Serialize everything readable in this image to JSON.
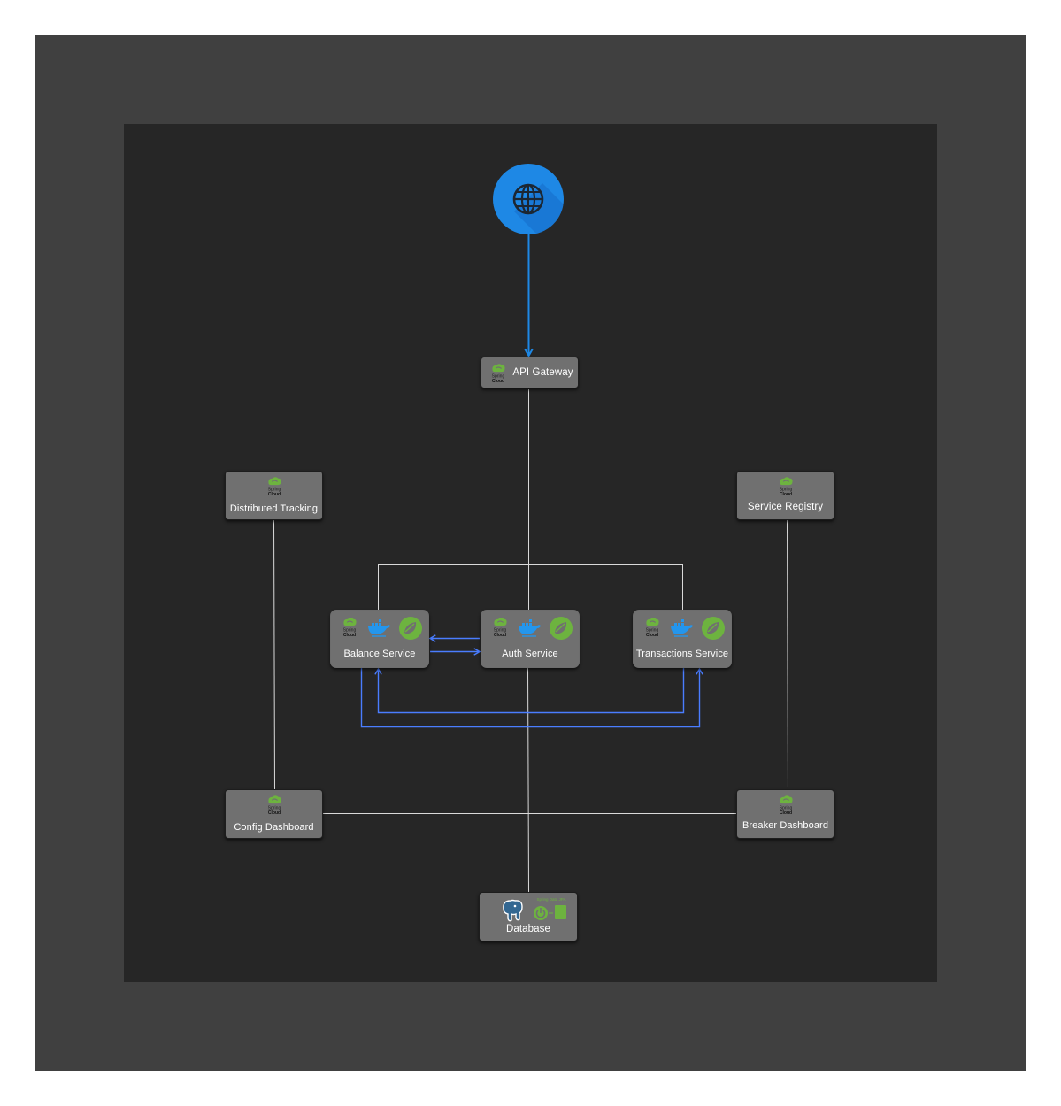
{
  "diagram": {
    "client": {
      "icon": "globe-icon"
    },
    "api_gateway": {
      "label": "API Gateway",
      "logo_text": "Spring Cloud"
    },
    "distributed_tracking": {
      "label": "Distributed Tracking",
      "logo_text": "Spring Cloud"
    },
    "service_registry": {
      "label": "Service Registry",
      "logo_text": "Spring Cloud"
    },
    "balance_service": {
      "label": "Balance Service",
      "logo_text": "Spring Cloud"
    },
    "auth_service": {
      "label": "Auth Service",
      "logo_text": "Spring Cloud"
    },
    "transactions_service": {
      "label": "Transactions Service",
      "logo_text": "Spring Cloud"
    },
    "config_dashboard": {
      "label": "Config Dashboard",
      "logo_text": "Spring Cloud"
    },
    "breaker_dashboard": {
      "label": "Breaker Dashboard",
      "logo_text": "Spring Cloud"
    },
    "database": {
      "label": "Database",
      "tag_text": "Spring Data JPA"
    },
    "service_icons": [
      "spring-cloud-icon",
      "docker-icon",
      "spring-boot-icon"
    ],
    "database_icons": [
      "postgresql-elephant-icon",
      "spring-power-icon",
      "jpa-document-icon"
    ]
  },
  "colors": {
    "outer_frame": "#404040",
    "canvas": "#262626",
    "node_fill": "#707070",
    "connector": "#d9d9d9",
    "arrow_blue": "#4a7dff",
    "client_blue": "#1e88e5",
    "spring_green": "#6db33f",
    "docker_blue": "#2496ed"
  }
}
